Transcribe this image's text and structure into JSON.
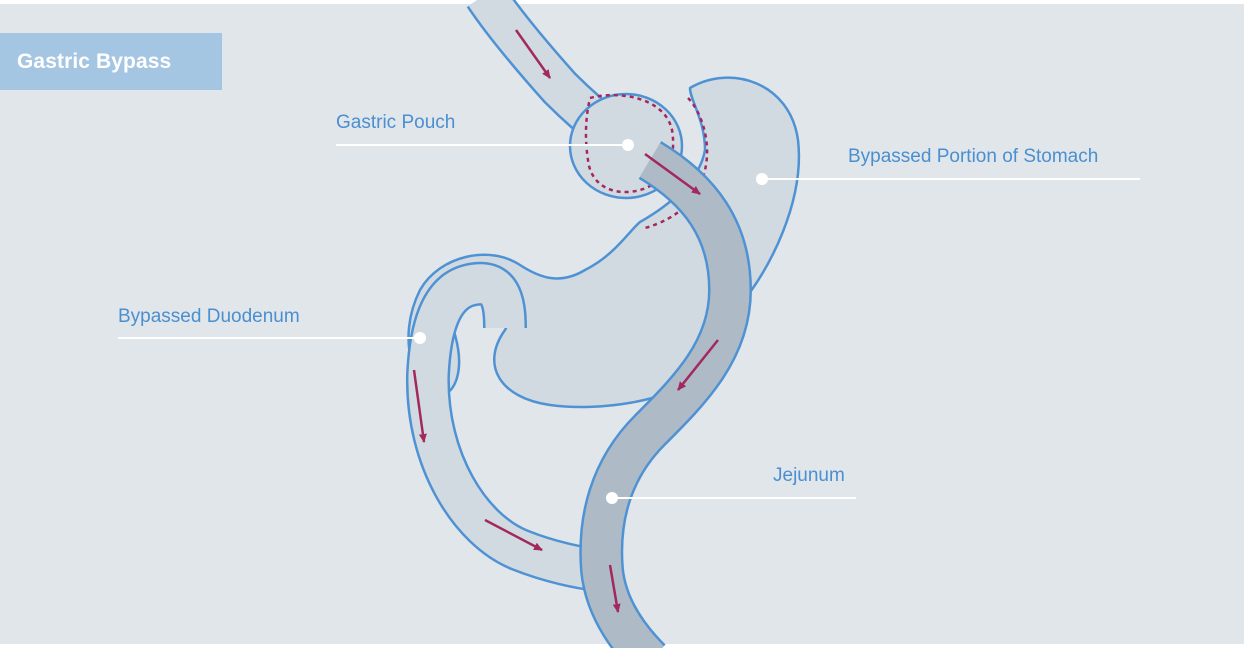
{
  "title": "Gastric Bypass",
  "labels": {
    "gastric_pouch": "Gastric Pouch",
    "bypassed_stomach": "Bypassed Portion of Stomach",
    "bypassed_duodenum": "Bypassed Duodenum",
    "jejunum": "Jejunum"
  },
  "colors": {
    "background": "#e1e6ea",
    "title_box": "#a5c6e3",
    "title_text": "#ffffff",
    "organ_fill": "#d2dae1",
    "jejunum_fill": "#aebbc6",
    "outline": "#4f92d4",
    "label_text": "#4a8fd0",
    "arrow": "#a3285f",
    "leader_line": "#ffffff"
  }
}
